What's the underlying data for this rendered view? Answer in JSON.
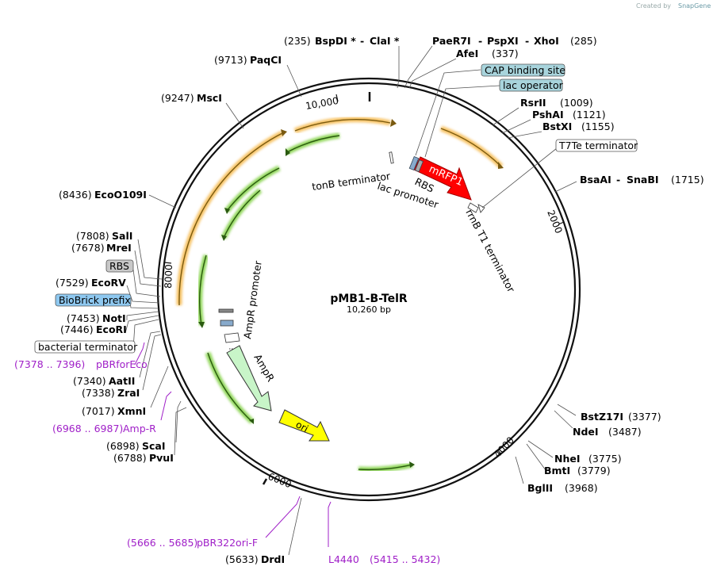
{
  "credit": {
    "created_by": "Created by",
    "brand": "SnapGene"
  },
  "plasmid": {
    "name": "pMB1-B-TelR",
    "size": "10,260 bp"
  },
  "ticks": [
    "10,000",
    "2000",
    "4000",
    "6000",
    "8000"
  ],
  "sites": {
    "bspdi_pos": "(235)",
    "bspdi": "BspDI *",
    "dash1": "-",
    "clai": "ClaI *",
    "paer7i": "PaeR7I",
    "dash2": "-",
    "pspxi": "PspXI",
    "dash3": "-",
    "xhoi": "XhoI",
    "xhoi_pos": "(285)",
    "afei": "AfeI",
    "afei_pos": "(337)",
    "paqci_pos": "(9713)",
    "paqci": "PaqCI",
    "msci_pos": "(9247)",
    "msci": "MscI",
    "rsrii": "RsrII",
    "rsrii_pos": "(1009)",
    "pshai": "PshAI",
    "pshai_pos": "(1121)",
    "bstxi": "BstXI",
    "bstxi_pos": "(1155)",
    "bsaai": "BsaAI",
    "dash4": "-",
    "snabi": "SnaBI",
    "snabi_pos": "(1715)",
    "ecoo109i_pos": "(8436)",
    "ecoo109i": "EcoO109I",
    "sali_pos": "(7808)",
    "sali": "SalI",
    "mrei_pos": "(7678)",
    "mrei": "MreI",
    "ecorv_pos": "(7529)",
    "ecorv": "EcoRV",
    "noti_pos": "(7453)",
    "noti": "NotI",
    "ecori_pos": "(7446)",
    "ecori": "EcoRI",
    "aatii_pos": "(7340)",
    "aatii": "AatII",
    "zrai_pos": "(7338)",
    "zrai": "ZraI",
    "xmni_pos": "(7017)",
    "xmni": "XmnI",
    "scai_pos": "(6898)",
    "scai": "ScaI",
    "pvui_pos": "(6788)",
    "pvui": "PvuI",
    "bstz17i": "BstZ17I",
    "bstz17i_pos": "(3377)",
    "ndei": "NdeI",
    "ndei_pos": "(3487)",
    "nhei": "NheI",
    "nhei_pos": "(3775)",
    "bmti": "BmtI",
    "bmti_pos": "(3779)",
    "bglii": "BglII",
    "bglii_pos": "(3968)",
    "drdi_pos": "(5633)",
    "drdi": "DrdI"
  },
  "boxed_features": {
    "cap": "CAP binding site",
    "lacop": "lac operator",
    "t7te": "T7Te terminator",
    "rbs": "RBS",
    "biobrick": "BioBrick prefix",
    "bact_term": "bacterial terminator"
  },
  "primers": {
    "pbrforeco_range": "(7378 .. 7396)",
    "pbrforeco": "pBRforEco",
    "ampr_range": "(6968 .. 6987)",
    "ampr": "Amp-R",
    "pbr322_range": "(5666 .. 5685)",
    "pbr322": "pBR322ori-F",
    "l4440": "L4440",
    "l4440_range": "(5415 .. 5432)"
  },
  "features": {
    "tonb": "tonB terminator",
    "rbs_inner": "RBS",
    "lac_promoter": "lac promoter",
    "mrfp1": "mRFP1",
    "rrnb": "rrnB T1 terminator",
    "ampr_promoter": "AmpR promoter",
    "ampr": "AmpR",
    "ori": "ori"
  },
  "colors": {
    "backbone": "#111111",
    "orf_orange": "#f5b84a",
    "orf_green": "#7dcf3c",
    "mrfp1": "#ff0000",
    "ampr_fill": "#c8f5c8",
    "ori_fill": "#ffff00",
    "primer": "#a020c8",
    "box_teal": "#a8d4dc",
    "box_blue": "#8ec8f0",
    "box_gray": "#c8c8c8"
  }
}
